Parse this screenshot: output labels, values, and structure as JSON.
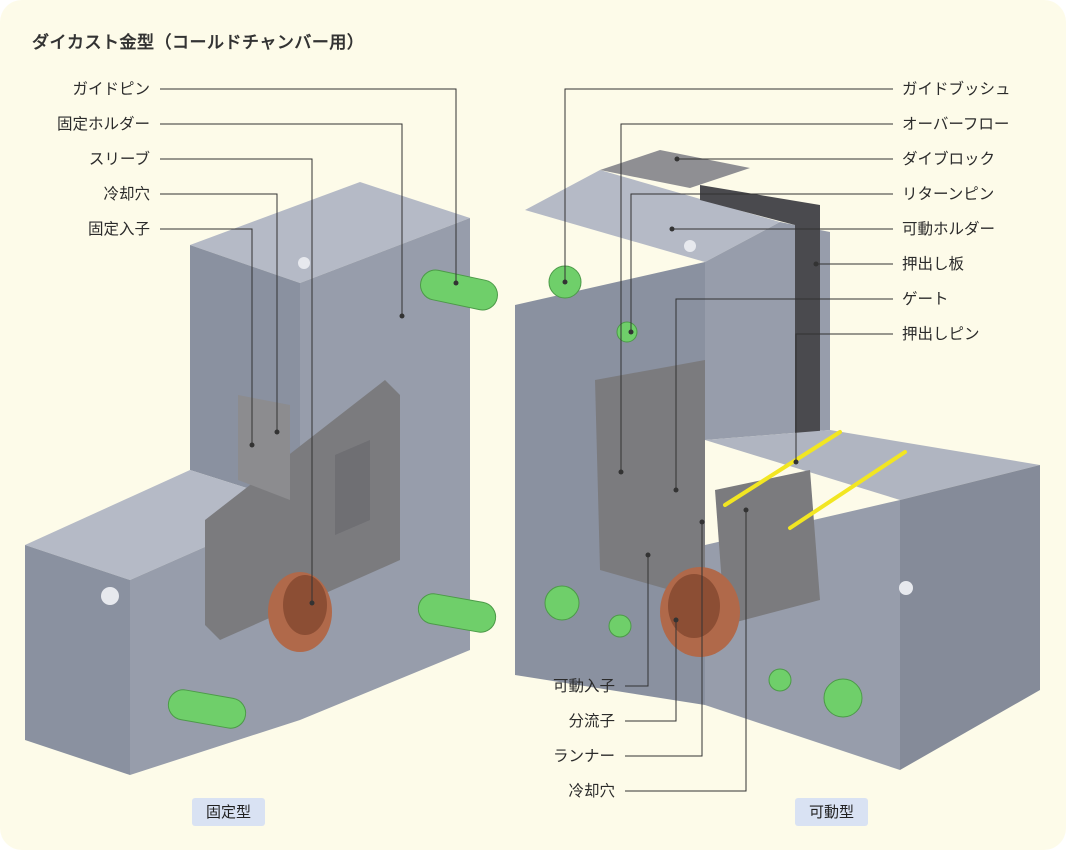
{
  "title": "ダイカスト金型（コールドチャンバー用）",
  "fixed_die": {
    "tag": "固定型",
    "labels": [
      "ガイドピン",
      "固定ホルダー",
      "スリーブ",
      "冷却穴",
      "固定入子"
    ]
  },
  "moving_die": {
    "tag": "可動型",
    "labels_right": [
      "ガイドブッシュ",
      "オーバーフロー",
      "ダイブロック",
      "リターンピン",
      "可動ホルダー",
      "押出し板",
      "ゲート",
      "押出しピン"
    ],
    "labels_bottom": [
      "可動入子",
      "分流子",
      "ランナー",
      "冷却穴"
    ]
  },
  "colors": {
    "steel": "#8c93a3",
    "steel_light": "#a9afbd",
    "steel_dark": "#6e7482",
    "insert": "#7e7b7c",
    "guide_pin": "#6fcf6a",
    "sleeve": "#b8704a",
    "overflow_gate": "#f2e622"
  }
}
